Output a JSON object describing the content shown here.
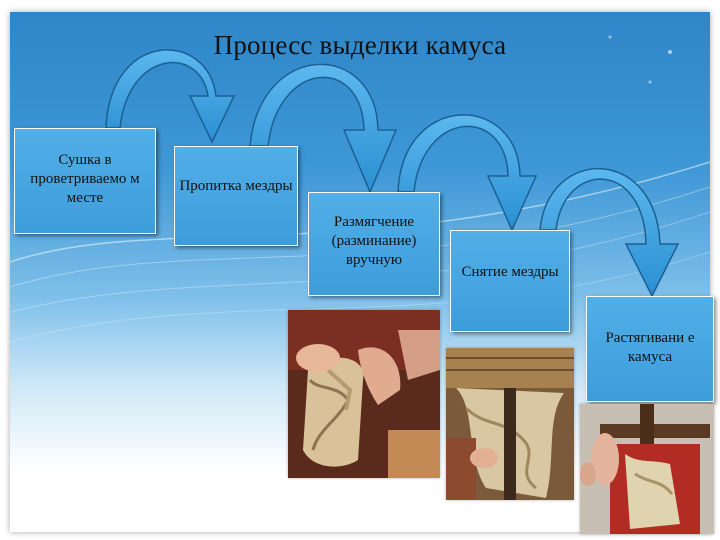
{
  "title": "Процесс выделки камуса",
  "steps": [
    {
      "label": "Сушка в проветриваемо м месте"
    },
    {
      "label": "Пропитка мездры"
    },
    {
      "label": "Размягчение (разминание) вручную"
    },
    {
      "label": "Снятие мездры"
    },
    {
      "label": "Растягивани е камуса"
    }
  ],
  "colors": {
    "background_top": "#2f86c8",
    "step_box": "#3d9ddc",
    "arrow_fill": "#3aa0e0",
    "arrow_edge": "#1c5f93"
  },
  "photos": [
    {
      "icon": "hands-kneading-hide-photo"
    },
    {
      "icon": "hide-on-wooden-board-photo"
    },
    {
      "icon": "hide-stretched-on-frame-photo"
    }
  ]
}
